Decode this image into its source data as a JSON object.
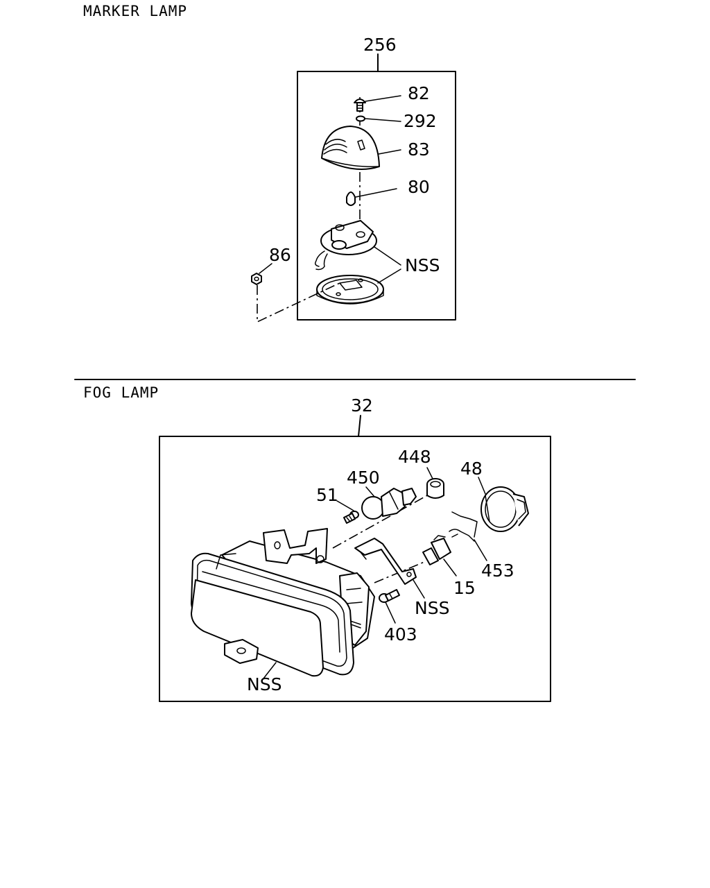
{
  "sections": {
    "marker": {
      "title": "MARKER LAMP",
      "assembly": "256",
      "callouts": {
        "screw": "82",
        "washer": "292",
        "lens": "83",
        "bulb": "80",
        "nut": "86",
        "nss": "NSS"
      }
    },
    "fog": {
      "title": "FOG LAMP",
      "assembly": "32",
      "callouts": {
        "retainer": "448",
        "bulb": "450",
        "screw": "51",
        "cover": "48",
        "spring": "453",
        "socket": "15",
        "bracket": "NSS",
        "bolt": "403",
        "housing": "NSS"
      }
    }
  }
}
